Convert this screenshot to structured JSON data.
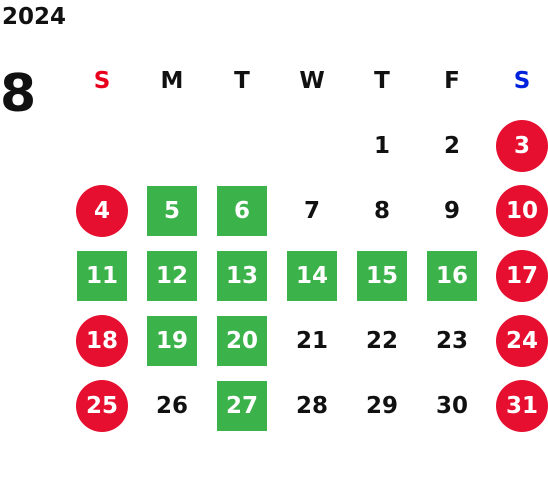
{
  "calendar": {
    "year": "2024",
    "month": "8",
    "weekdays": [
      "S",
      "M",
      "T",
      "W",
      "T",
      "F",
      "S"
    ],
    "colors": {
      "sunday_header": "#e8001c",
      "saturday_header": "#0022dd",
      "holiday_circle": "#e60f2f",
      "green_square": "#3bb24a",
      "text": "#111111"
    },
    "weeks": [
      [
        {
          "day": "",
          "style": "empty"
        },
        {
          "day": "",
          "style": "empty"
        },
        {
          "day": "",
          "style": "empty"
        },
        {
          "day": "",
          "style": "empty"
        },
        {
          "day": "1",
          "style": "normal"
        },
        {
          "day": "2",
          "style": "normal"
        },
        {
          "day": "3",
          "style": "holiday"
        }
      ],
      [
        {
          "day": "4",
          "style": "holiday"
        },
        {
          "day": "5",
          "style": "closed"
        },
        {
          "day": "6",
          "style": "closed"
        },
        {
          "day": "7",
          "style": "normal"
        },
        {
          "day": "8",
          "style": "normal"
        },
        {
          "day": "9",
          "style": "normal"
        },
        {
          "day": "10",
          "style": "holiday"
        }
      ],
      [
        {
          "day": "11",
          "style": "closed"
        },
        {
          "day": "12",
          "style": "closed"
        },
        {
          "day": "13",
          "style": "closed"
        },
        {
          "day": "14",
          "style": "closed"
        },
        {
          "day": "15",
          "style": "closed"
        },
        {
          "day": "16",
          "style": "closed"
        },
        {
          "day": "17",
          "style": "holiday"
        }
      ],
      [
        {
          "day": "18",
          "style": "holiday"
        },
        {
          "day": "19",
          "style": "closed"
        },
        {
          "day": "20",
          "style": "closed"
        },
        {
          "day": "21",
          "style": "normal"
        },
        {
          "day": "22",
          "style": "normal"
        },
        {
          "day": "23",
          "style": "normal"
        },
        {
          "day": "24",
          "style": "holiday"
        }
      ],
      [
        {
          "day": "25",
          "style": "holiday"
        },
        {
          "day": "26",
          "style": "normal"
        },
        {
          "day": "27",
          "style": "closed"
        },
        {
          "day": "28",
          "style": "normal"
        },
        {
          "day": "29",
          "style": "normal"
        },
        {
          "day": "30",
          "style": "normal"
        },
        {
          "day": "31",
          "style": "holiday"
        }
      ]
    ]
  }
}
